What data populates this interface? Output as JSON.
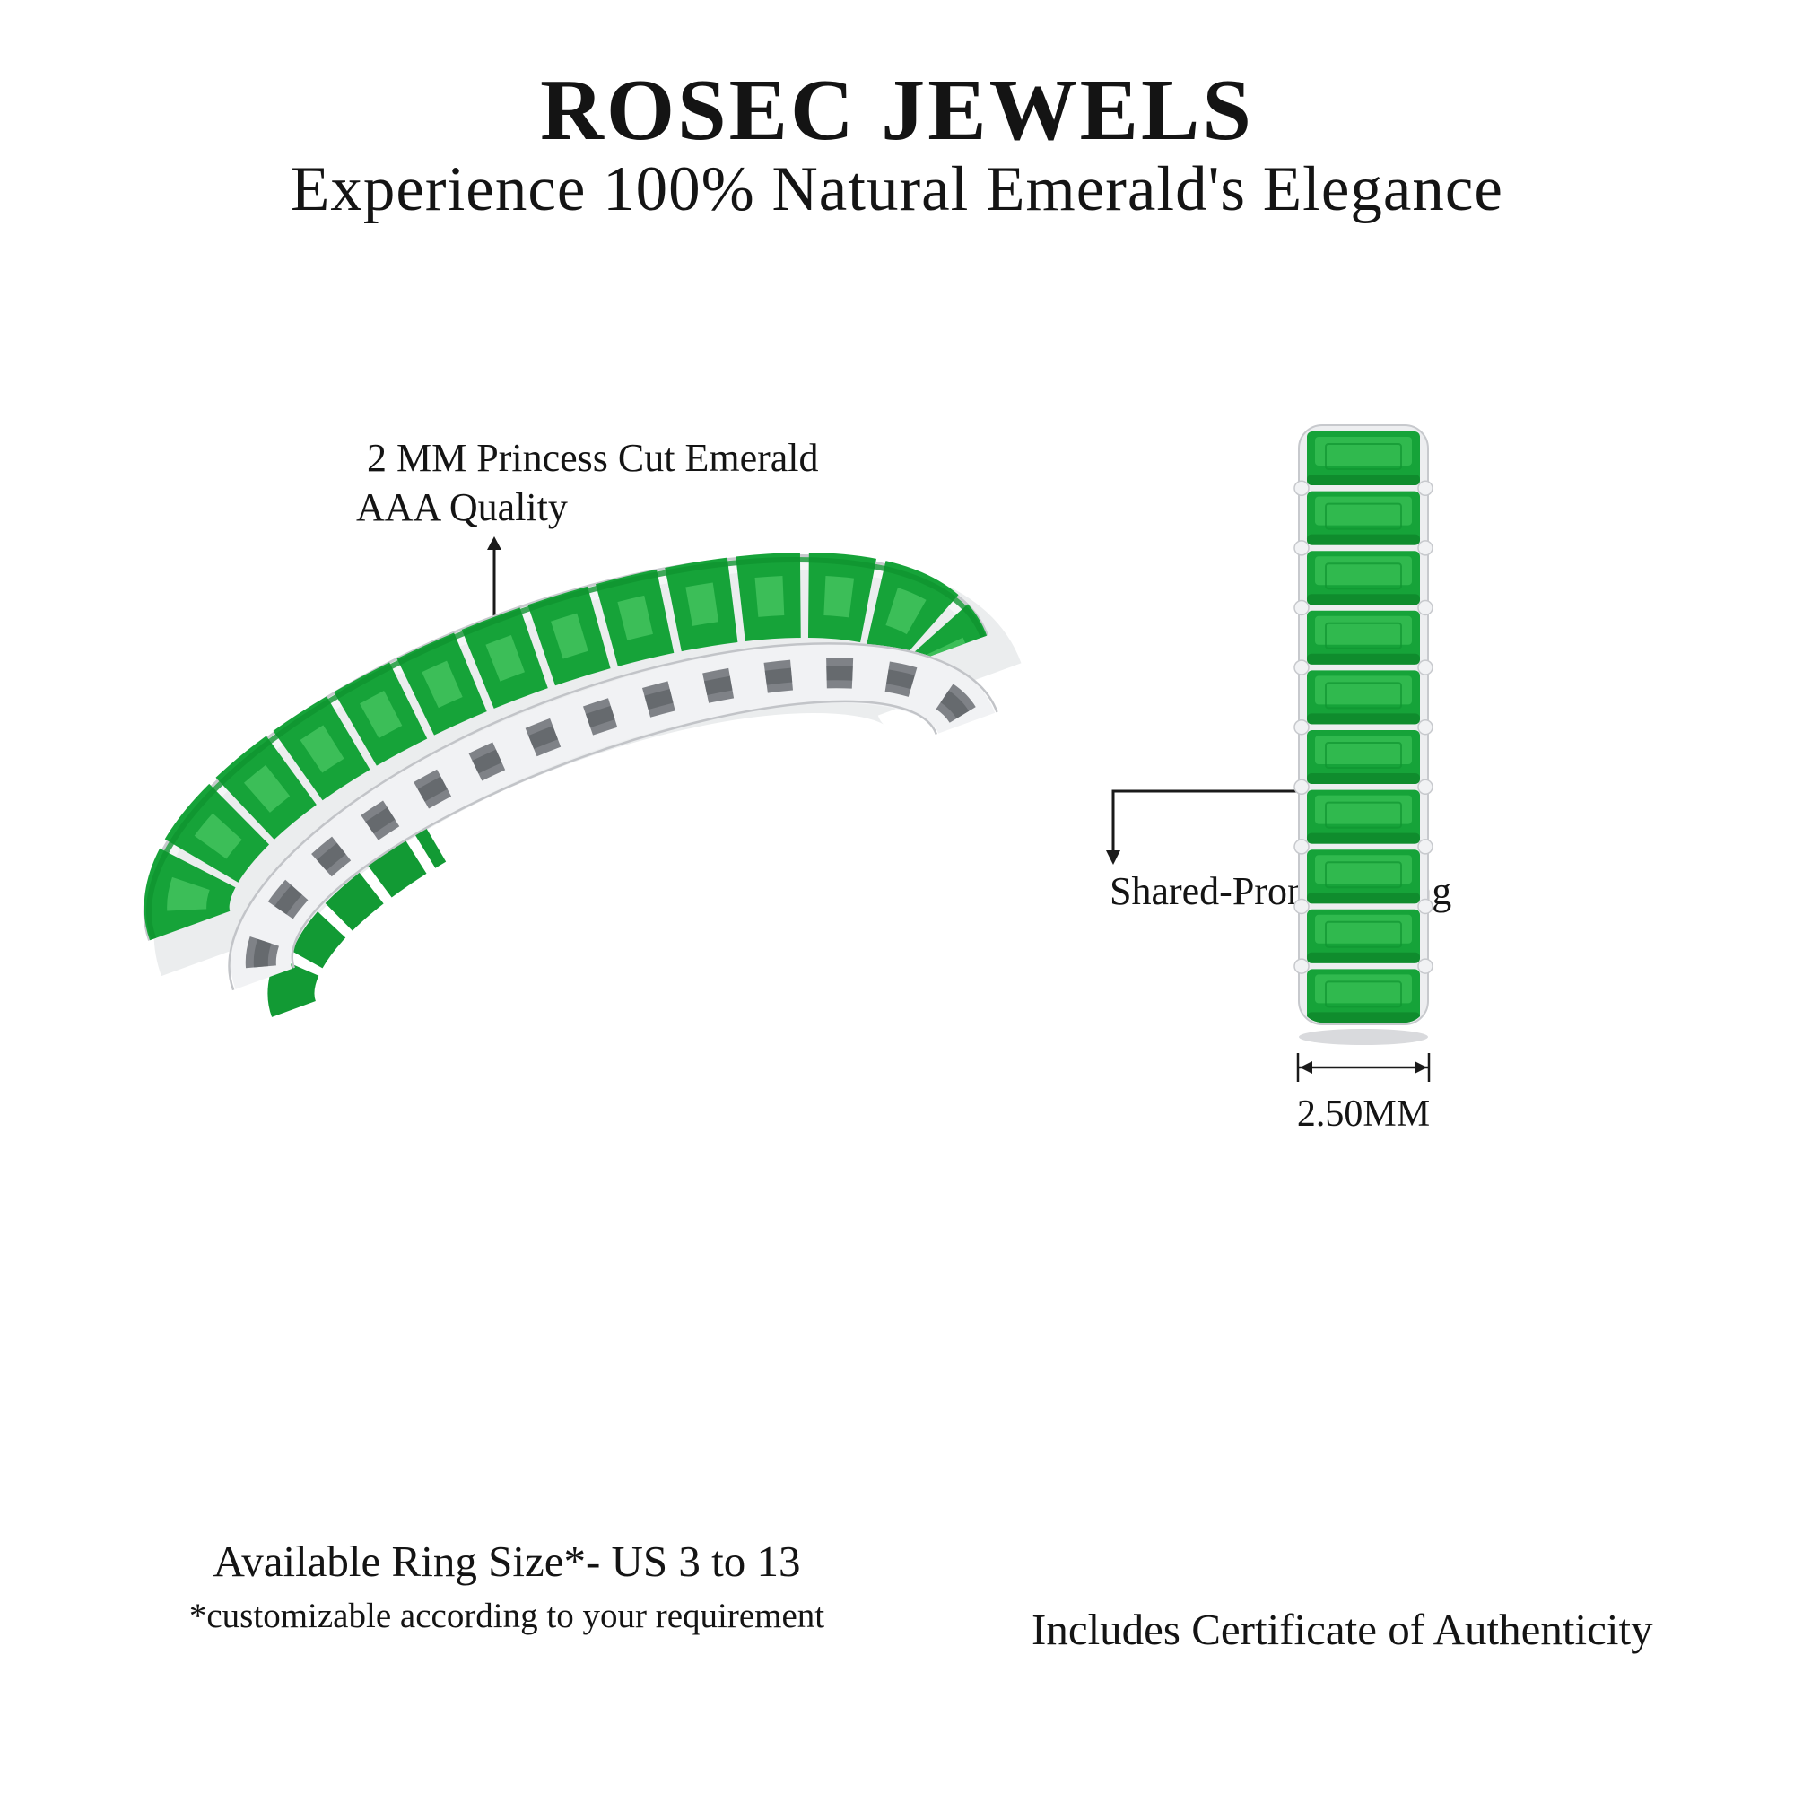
{
  "header": {
    "brand": "ROSEC JEWELS",
    "tagline": "Experience 100% Natural Emerald's Elegance"
  },
  "annotations": {
    "stone_line1": "2 MM Princess Cut Emerald",
    "stone_line2": "AAA Quality",
    "setting": "Shared-Prong-Setting",
    "band_width": "2.50MM"
  },
  "footer": {
    "ring_size": "Available Ring Size*- US 3 to 13",
    "ring_size_note": "*customizable according to your requirement",
    "certificate": "Includes Certificate of Authenticity"
  },
  "illustrations": {
    "main_ring": "emerald-eternity-band-three-quarter-view",
    "side_band": "emerald-eternity-band-side-profile"
  },
  "colors": {
    "emerald": "#16A339",
    "emerald_dark": "#0E8A2C",
    "emerald_light": "#35BD52",
    "metal": "#EDEEF0",
    "metal_line": "#C7C9CD",
    "arrow": "#1A1A1A",
    "text": "#141414",
    "background": "#FFFFFF"
  }
}
